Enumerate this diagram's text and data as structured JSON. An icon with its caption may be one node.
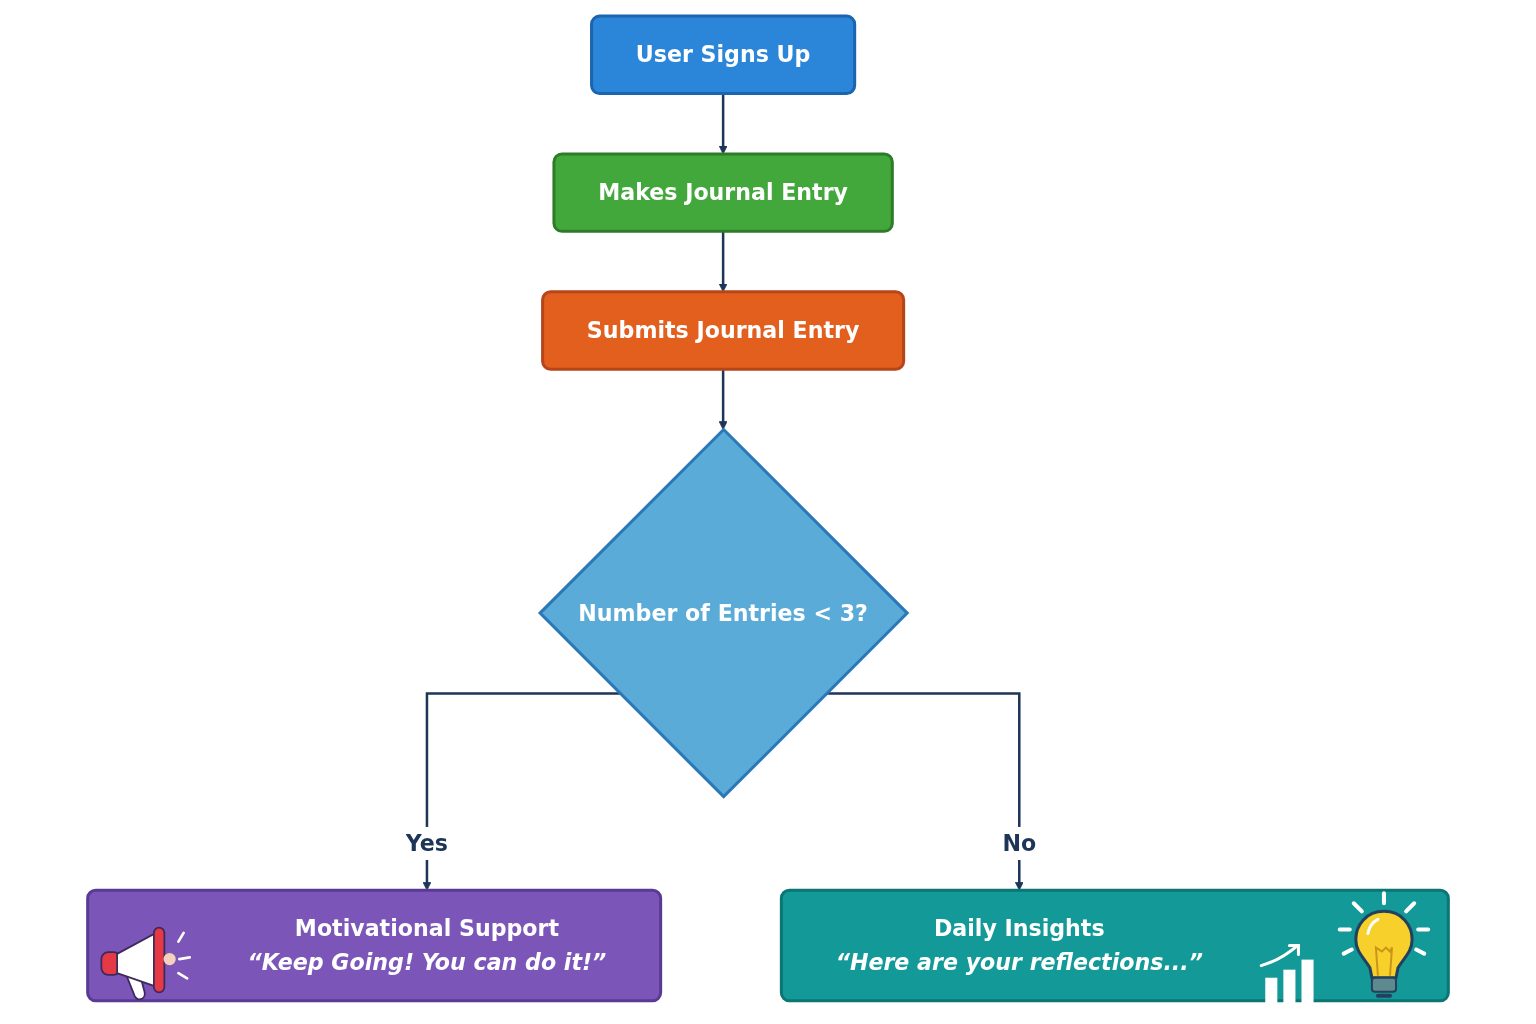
{
  "diagram": {
    "nodes": [
      {
        "text": [
          "User Signs Up"
        ]
      },
      {
        "text": [
          "Makes Journal Entry"
        ]
      },
      {
        "text": [
          "Submits Journal Entry"
        ]
      },
      {
        "text": [
          "Number of Entries < 3?"
        ]
      },
      {
        "text": [
          "Motivational Support",
          "“Keep Going! You can do it!”"
        ]
      },
      {
        "text": [
          "Daily Insights",
          "“Here are your reflections...”"
        ]
      }
    ],
    "edges": [
      {
        "from": 0,
        "to": 1,
        "arrow": "to"
      },
      {
        "from": 1,
        "to": 2,
        "arrow": "to"
      },
      {
        "from": 2,
        "to": 3,
        "arrow": "to"
      },
      {
        "from": 3,
        "to": 4,
        "label": "Yes",
        "arrow": "to"
      },
      {
        "from": 3,
        "to": 5,
        "label": "No",
        "arrow": "to"
      }
    ]
  }
}
